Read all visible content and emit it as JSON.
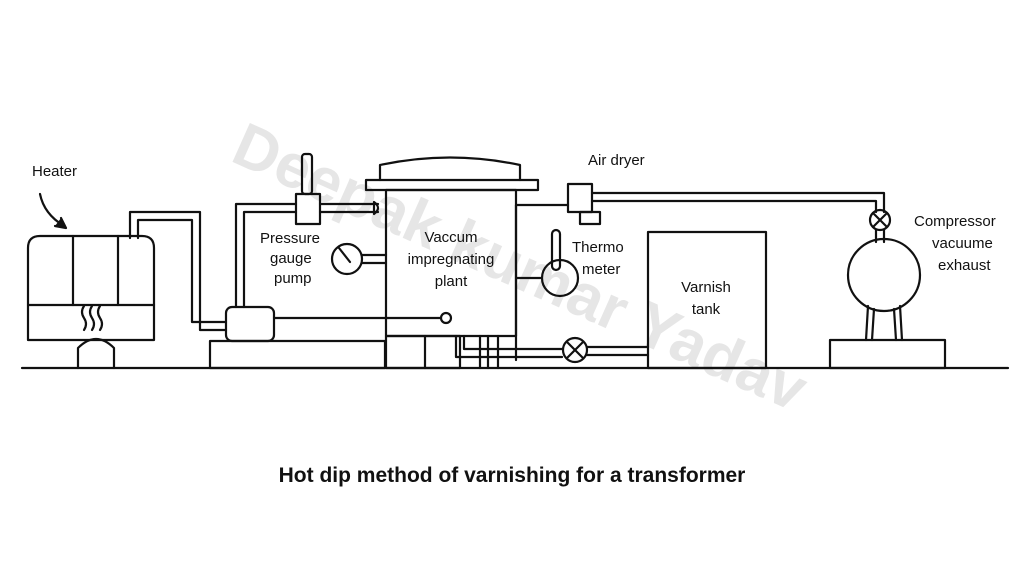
{
  "diagram": {
    "labels": {
      "heater": "Heater",
      "pressure_line1": "Pressure",
      "pressure_line2": "gauge",
      "pressure_line3": "pump",
      "vaccum_line1": "Vaccum",
      "vaccum_line2": "impregnating",
      "vaccum_line3": "plant",
      "air_dryer": "Air dryer",
      "thermo_line1": "Thermo",
      "thermo_line2": "meter",
      "varnish_line1": "Varnish",
      "varnish_line2": "tank",
      "compressor_line1": "Compressor",
      "compressor_line2": "vacuume",
      "compressor_line3": "exhaust"
    },
    "caption": "Hot dip method of varnishing for a transformer",
    "watermark": "Deepak kumar Yadav",
    "colors": {
      "ink": "#111111",
      "background": "#ffffff",
      "watermark": "#e6e6e6"
    }
  }
}
